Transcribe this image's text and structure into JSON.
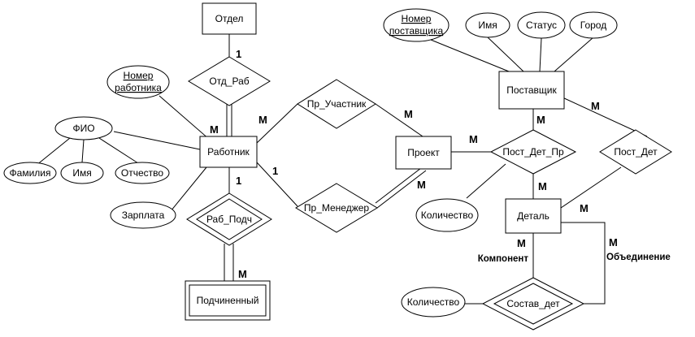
{
  "entities": {
    "otdel": "Отдел",
    "rabotnik": "Работник",
    "podchinenny": "Подчиненный",
    "proekt": "Проект",
    "postavshik": "Поставщик",
    "detal": "Деталь"
  },
  "relationships": {
    "otd_rab": "Отд_Раб",
    "rab_podch": "Раб_Подч",
    "pr_uchastnik": "Пр_Участник",
    "pr_menedzher": "Пр_Менеджер",
    "post_det_pr": "Пост_Дет_Пр",
    "post_det": "Пост_Дет",
    "sostav_det": "Состав_дет"
  },
  "attributes": {
    "nomer_rabotnika_1": "Номер",
    "nomer_rabotnika_2": "работника",
    "fio": "ФИО",
    "familiya": "Фамилия",
    "imya": "Имя",
    "otchestvo": "Отчество",
    "zarplata": "Зарплата",
    "nomer_postavshika_1": "Номер",
    "nomer_postavshika_2": "поставщика",
    "imya_post": "Имя",
    "status": "Статус",
    "gorod": "Город",
    "kolichestvo_pdp": "Количество",
    "kolichestvo_sostav": "Количество"
  },
  "cardinalities": {
    "otdel_otd_rab": "1",
    "rabotnik_otd_rab": "M",
    "rabotnik_uchastnik": "M",
    "rabotnik_menedzher": "1",
    "rabotnik_rab_podch": "1",
    "podch_rab_podch": "M",
    "proekt_uchastnik": "M",
    "proekt_menedzher": "M",
    "proekt_pdp": "M",
    "postavshik_pdp": "M",
    "postavshik_post_det": "M",
    "detal_pdp": "M",
    "detal_post_det": "M",
    "detal_komponent": "M",
    "detal_obedinenie": "M"
  },
  "roles": {
    "komponent": "Компонент",
    "obedinenie": "Объединение"
  }
}
